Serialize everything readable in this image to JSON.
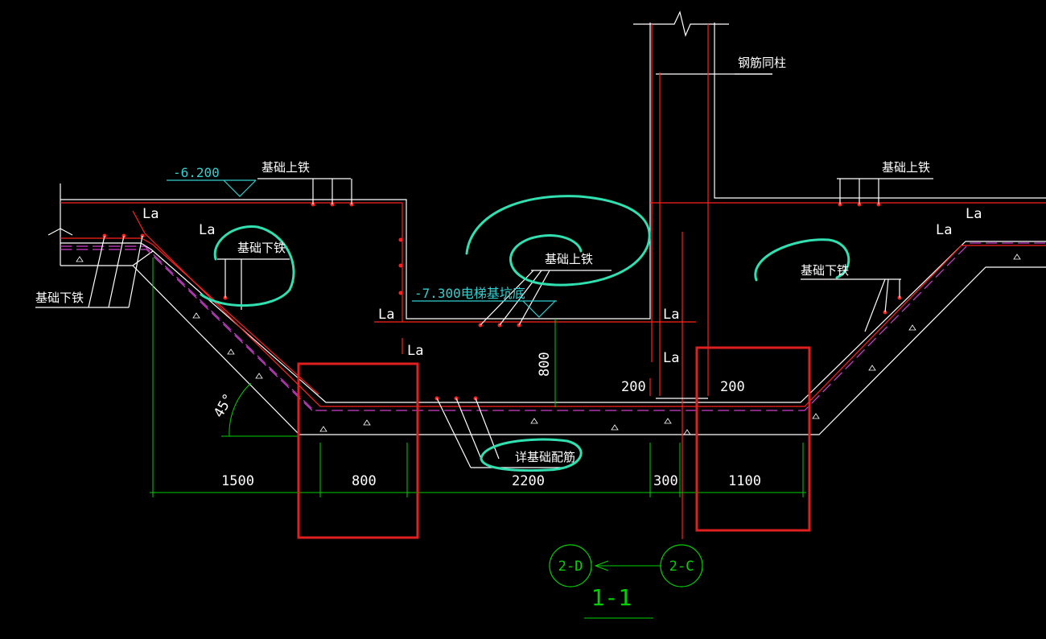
{
  "labels": {
    "column_rebar": "钢筋同柱",
    "top_rebar_left": "基础上铁",
    "top_rebar_right": "基础上铁",
    "top_rebar_center": "基础上铁",
    "bottom_rebar_left_a": "基础下铁",
    "bottom_rebar_left_b": "基础下铁",
    "bottom_rebar_right": "基础下铁",
    "detail_note": "详基础配筋",
    "elev_top": "-6.200",
    "elev_pit": "-7.300电梯基坑底",
    "la": "La",
    "angle": "45°"
  },
  "dimensions": {
    "d1500": "1500",
    "d800": "800",
    "d2200": "2200",
    "d300": "300",
    "d1100": "1100",
    "d200_left": "200",
    "d200_right": "200",
    "d800_vert": "800"
  },
  "axes": {
    "left": "2-D",
    "right": "2-C"
  },
  "section_title": "1-1",
  "colors": {
    "background": "#000000",
    "rebar": "#ff2020",
    "concrete": "#ffffff",
    "dimension": "#00d000",
    "annotation": "#30e0b0",
    "highlight_box": "#e02020",
    "dashed_bar": "#d040d0"
  }
}
